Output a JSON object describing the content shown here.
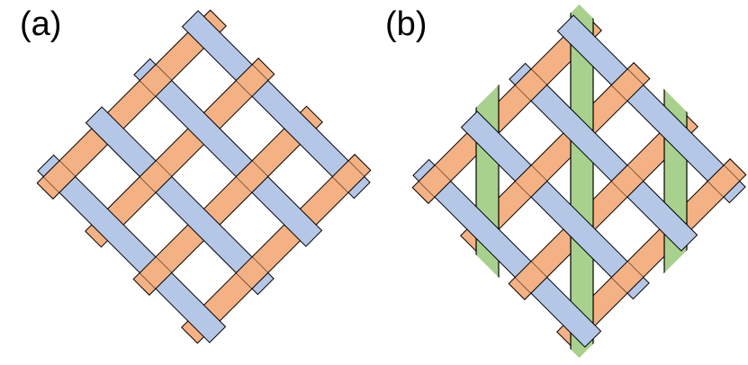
{
  "panels": [
    {
      "label": "(a)",
      "weave": "biaxial",
      "strands": {
        "warp": 4,
        "weft": 4,
        "vertical": 0
      }
    },
    {
      "label": "(b)",
      "weave": "triaxial",
      "strands": {
        "warp": 4,
        "weft": 4,
        "vertical": 3
      }
    }
  ],
  "colors": {
    "blue_strand": "#b4c7e7",
    "orange_strand": "#f4b183",
    "green_strand": "#a9d18e",
    "outline": "#000000"
  }
}
